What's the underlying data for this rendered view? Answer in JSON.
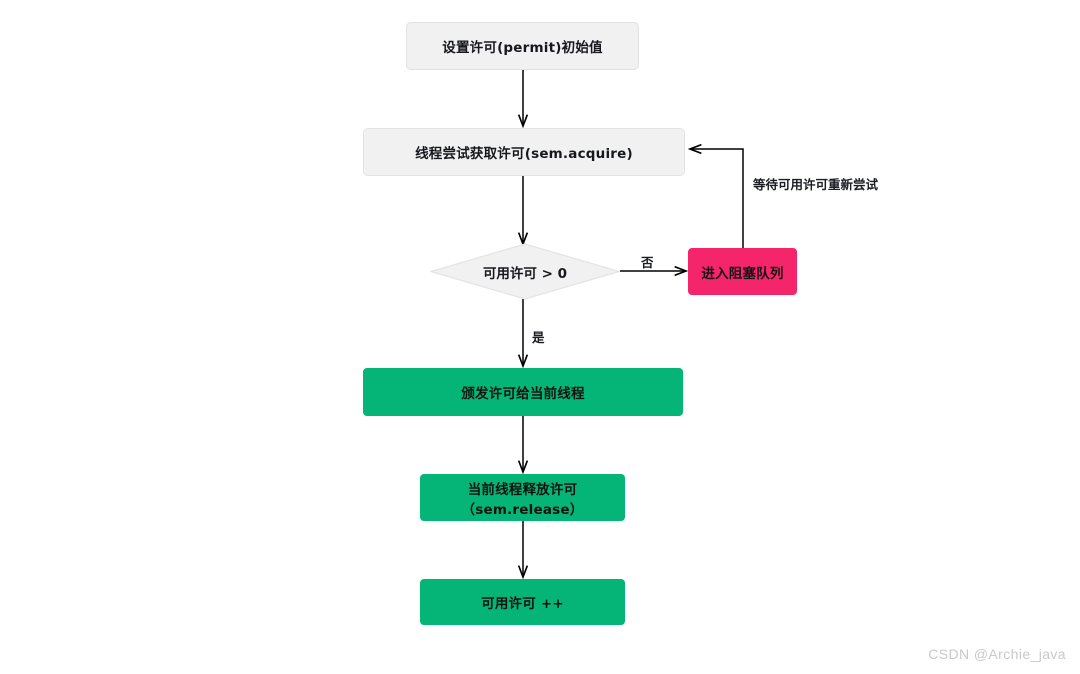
{
  "diagram": {
    "type": "flowchart",
    "title": "Semaphore permit acquire/release flow",
    "background": "#ffffff",
    "colors": {
      "gray_fill": "#f1f1f1",
      "gray_border": "#e2e2e2",
      "green_fill": "#05b578",
      "pink_fill": "#f5256c",
      "line": "#000000",
      "text": "#16181d",
      "watermark": "#c9c9c9"
    },
    "nodes": [
      {
        "id": "n1",
        "shape": "rect",
        "style": "gray",
        "label": "设置许可(permit)初始值"
      },
      {
        "id": "n2",
        "shape": "rect",
        "style": "gray",
        "label": "线程尝试获取许可(sem.acquire)"
      },
      {
        "id": "n3",
        "shape": "diamond",
        "style": "gray",
        "label": "可用许可 > 0"
      },
      {
        "id": "n4",
        "shape": "rect",
        "style": "pink",
        "label": "进入阻塞队列"
      },
      {
        "id": "n5",
        "shape": "rect",
        "style": "green",
        "label": "颁发许可给当前线程"
      },
      {
        "id": "n6",
        "shape": "rect",
        "style": "green",
        "label": "当前线程释放许可（sem.release）"
      },
      {
        "id": "n7",
        "shape": "rect",
        "style": "green",
        "label": "可用许可 ++"
      }
    ],
    "edges": [
      {
        "from": "n1",
        "to": "n2",
        "label": ""
      },
      {
        "from": "n2",
        "to": "n3",
        "label": ""
      },
      {
        "from": "n3",
        "to": "n4",
        "label": "否"
      },
      {
        "from": "n3",
        "to": "n5",
        "label": "是"
      },
      {
        "from": "n4",
        "to": "n2",
        "label": "等待可用许可重新尝试"
      },
      {
        "from": "n5",
        "to": "n6",
        "label": ""
      },
      {
        "from": "n6",
        "to": "n7",
        "label": ""
      }
    ],
    "edge_labels": {
      "no_branch": "否",
      "yes_branch": "是",
      "retry_loop": "等待可用许可重新尝试"
    }
  },
  "watermark": {
    "text": "CSDN @Archie_java"
  }
}
